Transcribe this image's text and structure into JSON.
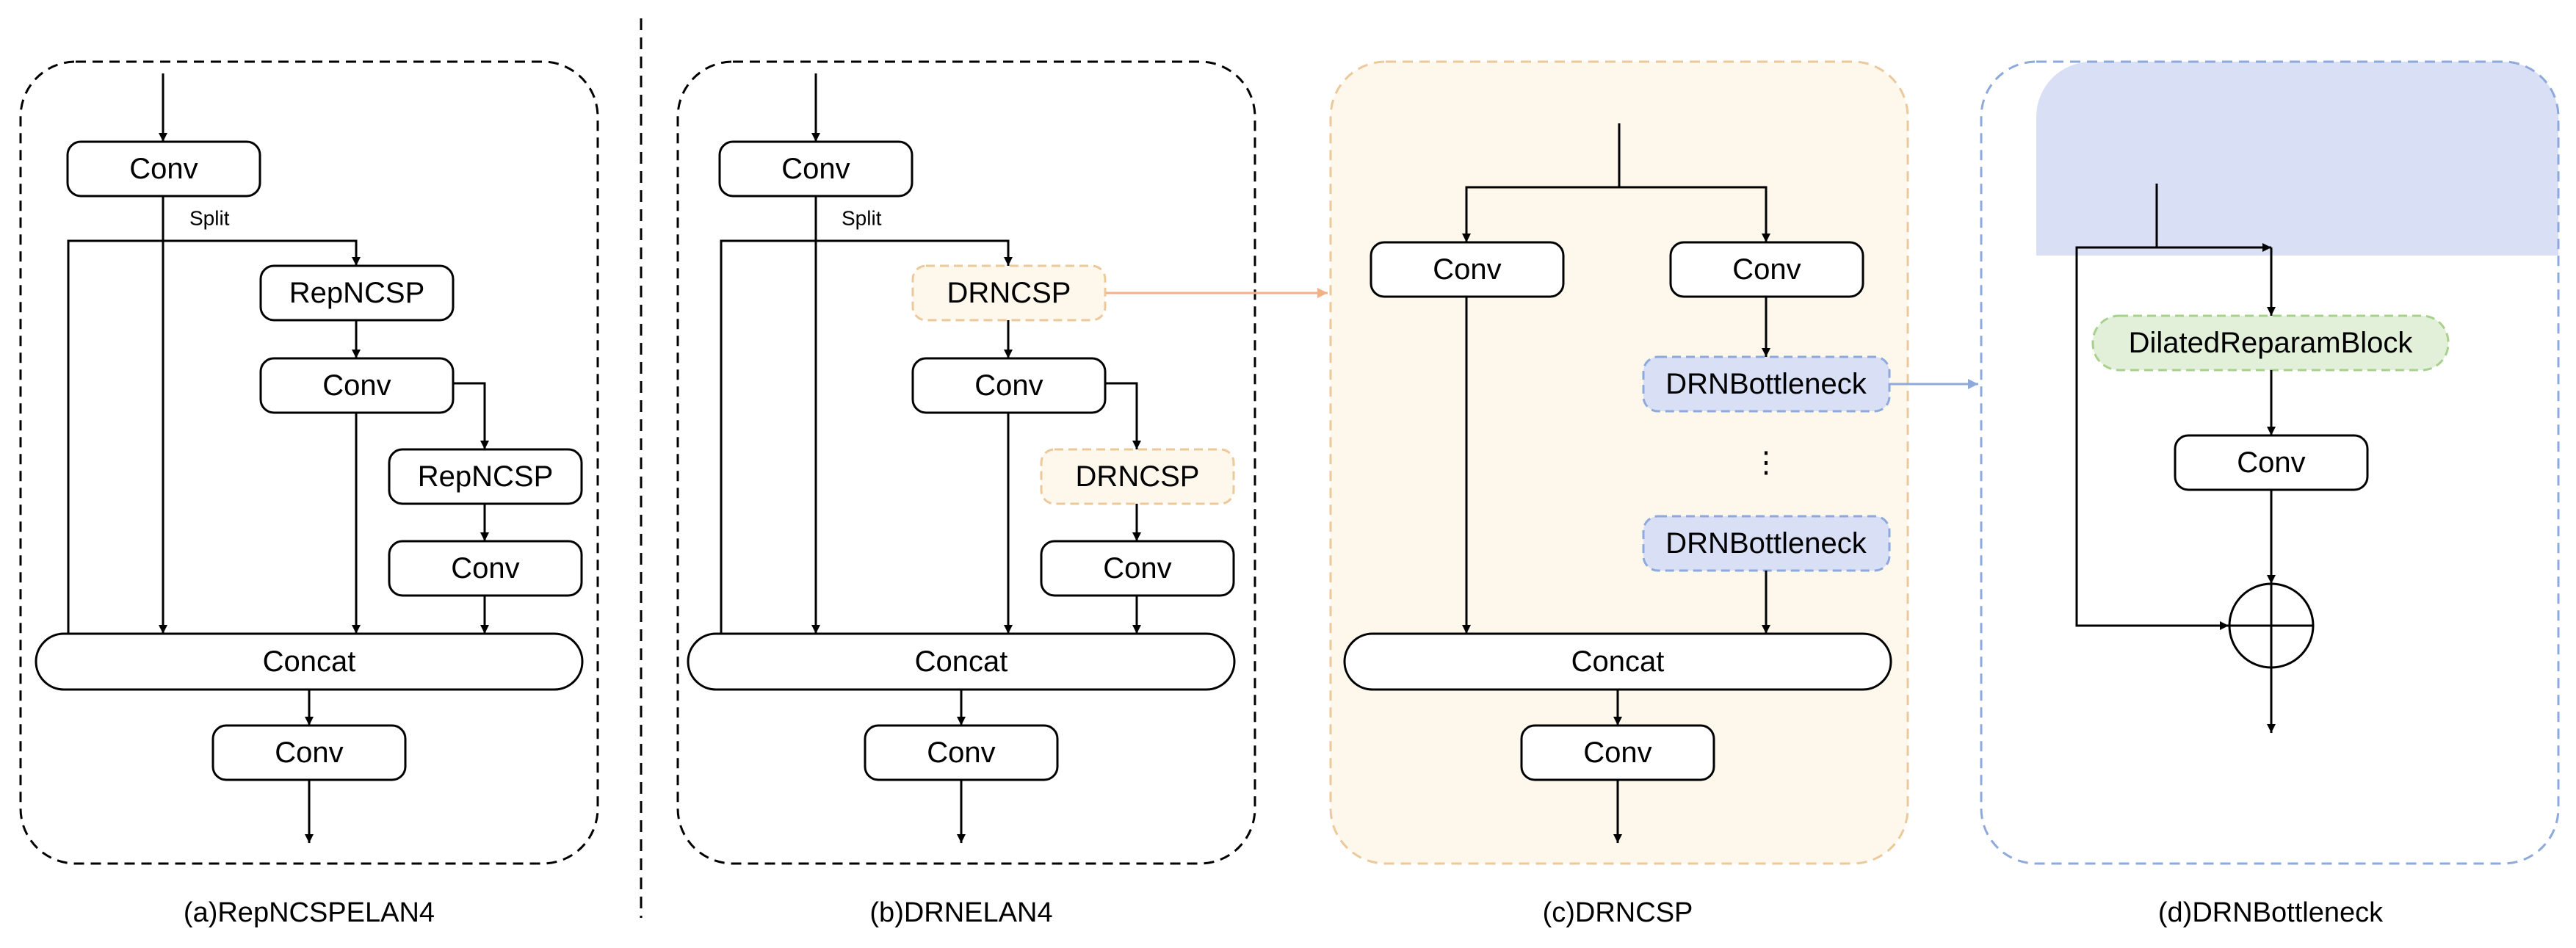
{
  "panels": {
    "a": {
      "caption": "(a)RepNCSPELAN4",
      "split": "Split",
      "conv_top": "Conv",
      "repncsp_1": "RepNCSP",
      "conv_mid": "Conv",
      "repncsp_2": "RepNCSP",
      "conv_right": "Conv",
      "concat": "Concat",
      "conv_out": "Conv"
    },
    "b": {
      "caption": "(b)DRNELAN4",
      "split": "Split",
      "conv_top": "Conv",
      "drncsp_1": "DRNCSP",
      "conv_mid": "Conv",
      "drncsp_2": "DRNCSP",
      "conv_right": "Conv",
      "concat": "Concat",
      "conv_out": "Conv"
    },
    "c": {
      "caption": "(c)DRNCSP",
      "conv_left": "Conv",
      "conv_right": "Conv",
      "bottleneck_1": "DRNBottleneck",
      "ellipsis": "⋮",
      "bottleneck_2": "DRNBottleneck",
      "concat": "Concat",
      "conv_out": "Conv"
    },
    "d": {
      "caption": "(d)DRNBottleneck",
      "dilated_block": "DilatedReparamBlock",
      "conv": "Conv",
      "add_symbol": "⊕"
    }
  },
  "colors": {
    "line": "#000000",
    "panel_border": "#000000",
    "drncsp_fill": "#FEF8EC",
    "drncsp_border": "#EBC99A",
    "bottleneck_fill": "#D9E0F5",
    "bottleneck_border": "#8EA9DB",
    "dilated_fill": "#E2F0D9",
    "dilated_border": "#A9D18E",
    "link_orange": "#F4B183",
    "link_blue": "#8EA9DB"
  }
}
